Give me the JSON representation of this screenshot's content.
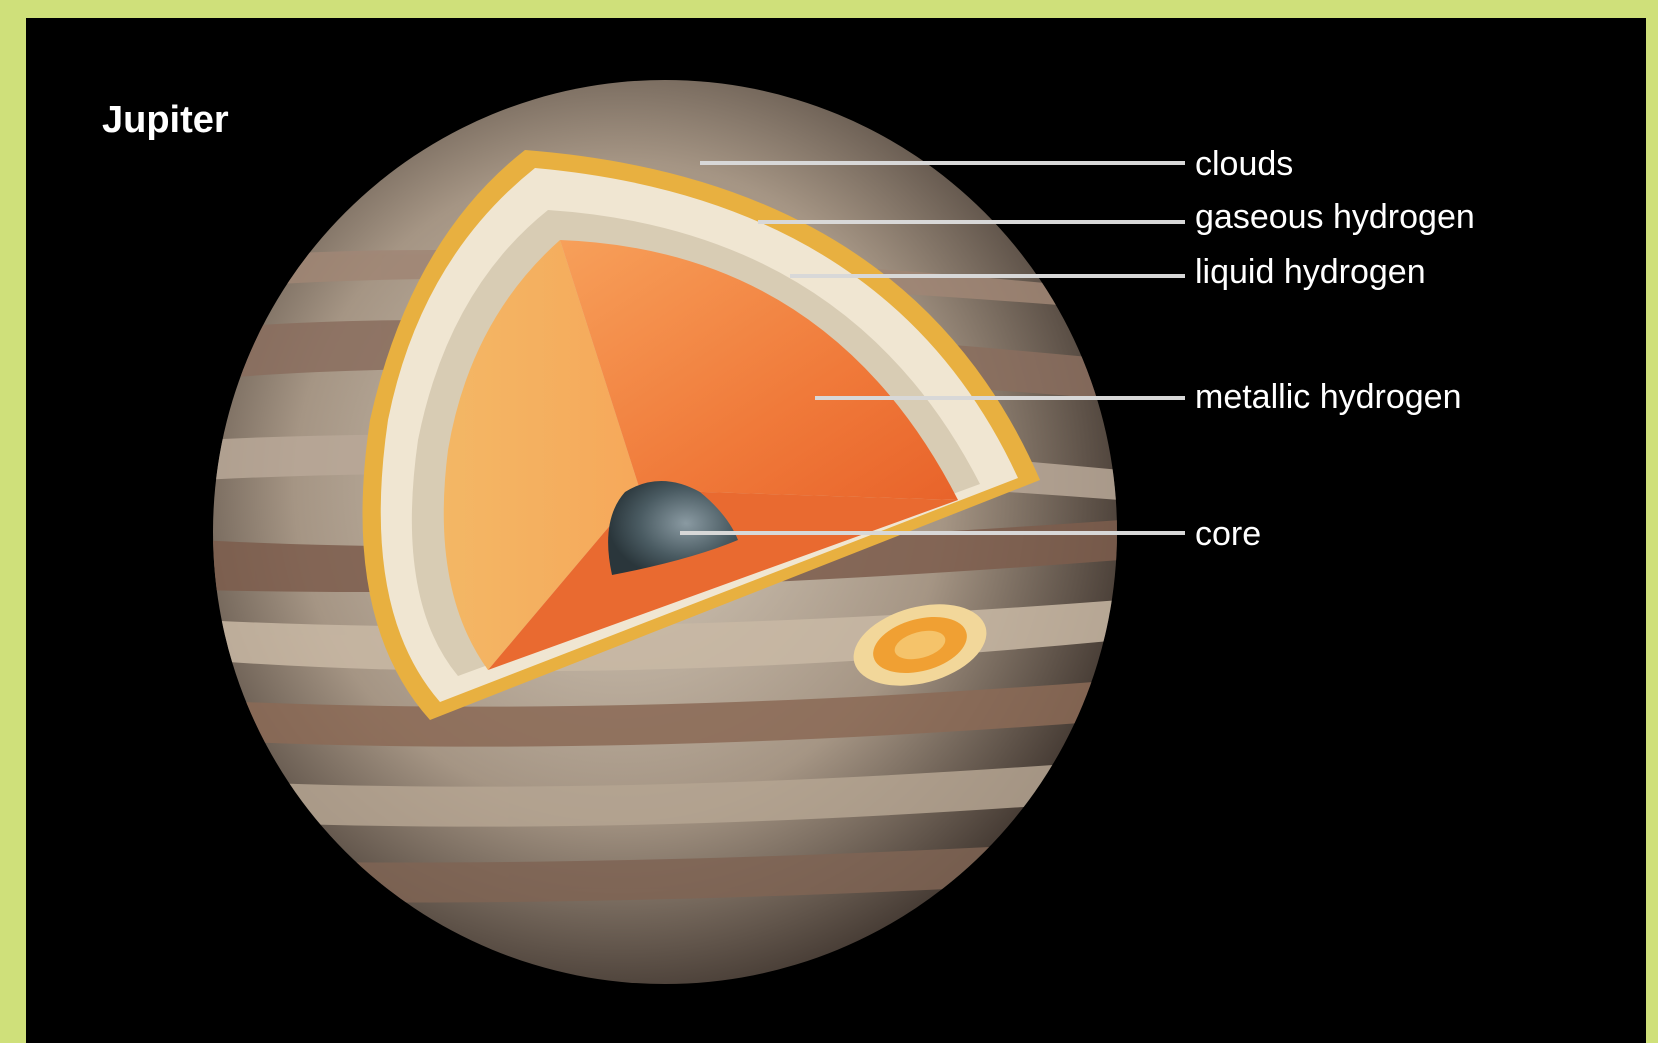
{
  "title": "Jupiter",
  "labels": [
    {
      "id": "clouds",
      "text": "clouds"
    },
    {
      "id": "gaseous-hydrogen",
      "text": "gaseous hydrogen"
    },
    {
      "id": "liquid-hydrogen",
      "text": "liquid hydrogen"
    },
    {
      "id": "metallic-hydrogen",
      "text": "metallic hydrogen"
    },
    {
      "id": "core",
      "text": "core"
    }
  ],
  "colors": {
    "border": "#cfe07a",
    "background": "#000000",
    "clouds": "#e8b040",
    "gaseous_hydrogen": "#eae0cc",
    "liquid_hydrogen": "#d6cab2",
    "metallic_hydrogen": "#f07a3a",
    "core": "#3d4e55",
    "leader_lines": "#d8d8d8"
  }
}
